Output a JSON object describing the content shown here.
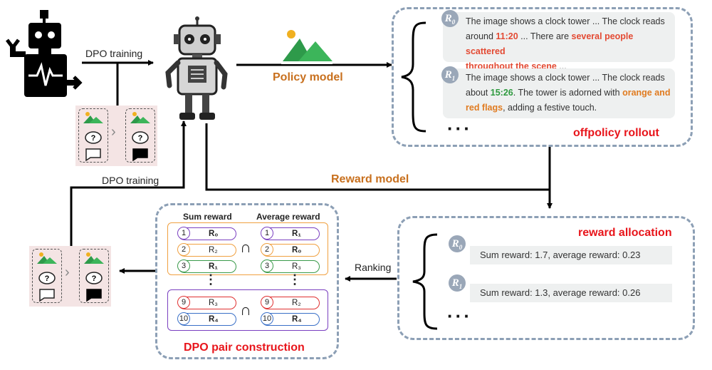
{
  "labels": {
    "dpo_training_top": "DPO training",
    "dpo_training_left": "DPO training",
    "policy_model": "Policy model",
    "reward_model": "Reward model",
    "ranking": "Ranking"
  },
  "rollout": {
    "title": "offpolicy rollout",
    "badge0": "R0",
    "badge1": "R1",
    "r0": {
      "t1": "The image shows a clock tower ... The clock reads",
      "t2": "around ",
      "time": "11:20",
      "t3": " ... There are ",
      "hl": "several people scattered",
      "hl2": "throughout the scene",
      "t4": " ..."
    },
    "r1": {
      "t1": "The image shows a clock tower ... The clock reads",
      "t2": "about ",
      "time": "15:26",
      "t3": ". The tower is adorned with ",
      "hl": "orange and",
      "hl2": "red flags",
      "t4": ", adding a festive touch."
    },
    "ellipsis": "···"
  },
  "allocation": {
    "title": "reward allocation",
    "badge0": "R0",
    "badge1": "R1",
    "r0": "Sum reward: 1.7, average reward: 0.23",
    "r1": "Sum reward: 1.3, average reward: 0.26",
    "ellipsis": "···"
  },
  "dpo_pair": {
    "title": "DPO pair construction",
    "sum_header": "Sum reward",
    "avg_header": "Average reward",
    "intersect": "∩",
    "sum_rows": [
      {
        "rank": "1",
        "resp": "R₀"
      },
      {
        "rank": "2",
        "resp": "R₂"
      },
      {
        "rank": "3",
        "resp": "R₁"
      },
      {
        "rank": "9",
        "resp": "R₃"
      },
      {
        "rank": "10",
        "resp": "R₄"
      }
    ],
    "avg_rows": [
      {
        "rank": "1",
        "resp": "R₁"
      },
      {
        "rank": "2",
        "resp": "R₀"
      },
      {
        "rank": "3",
        "resp": "R₃"
      },
      {
        "rank": "9",
        "resp": "R₂"
      },
      {
        "rank": "10",
        "resp": "R₄"
      }
    ],
    "vdots": "⋮"
  },
  "preference": {
    "gt": "›",
    "question_mark": "?"
  },
  "colors": {
    "purple": "#7a3fc0",
    "orange": "#f0a040",
    "green": "#3a9a4a",
    "red": "#e03030",
    "blue": "#3a70c8"
  }
}
